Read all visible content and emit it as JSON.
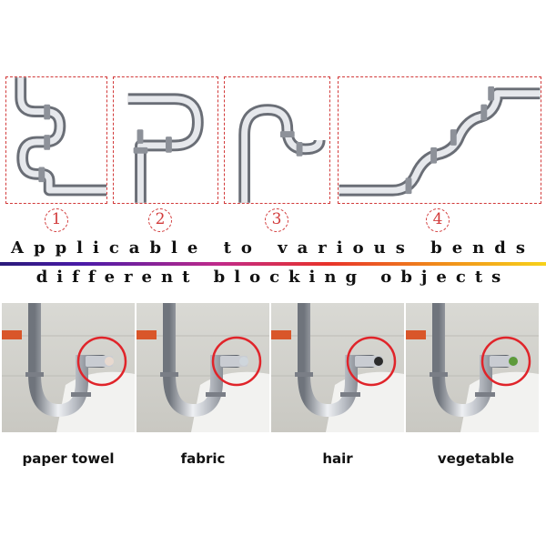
{
  "bend_numbers": [
    "1",
    "2",
    "3",
    "4"
  ],
  "heading_bends": "Applicable to various bends",
  "heading_objects": "different blocking objects",
  "objects": [
    {
      "label": "paper towel",
      "icon": "paper-towel-icon",
      "fill": "#e8d9cf"
    },
    {
      "label": "fabric",
      "icon": "fabric-icon",
      "fill": "#cfd6dc"
    },
    {
      "label": "hair",
      "icon": "hair-icon",
      "fill": "#2b2b2b"
    },
    {
      "label": "vegetable",
      "icon": "vegetable-icon",
      "fill": "#5d9a3a"
    }
  ],
  "colors": {
    "dashed_border": "#d23a3a",
    "highlight_circle": "#e0242a",
    "pipe": "#b8bcc4"
  }
}
